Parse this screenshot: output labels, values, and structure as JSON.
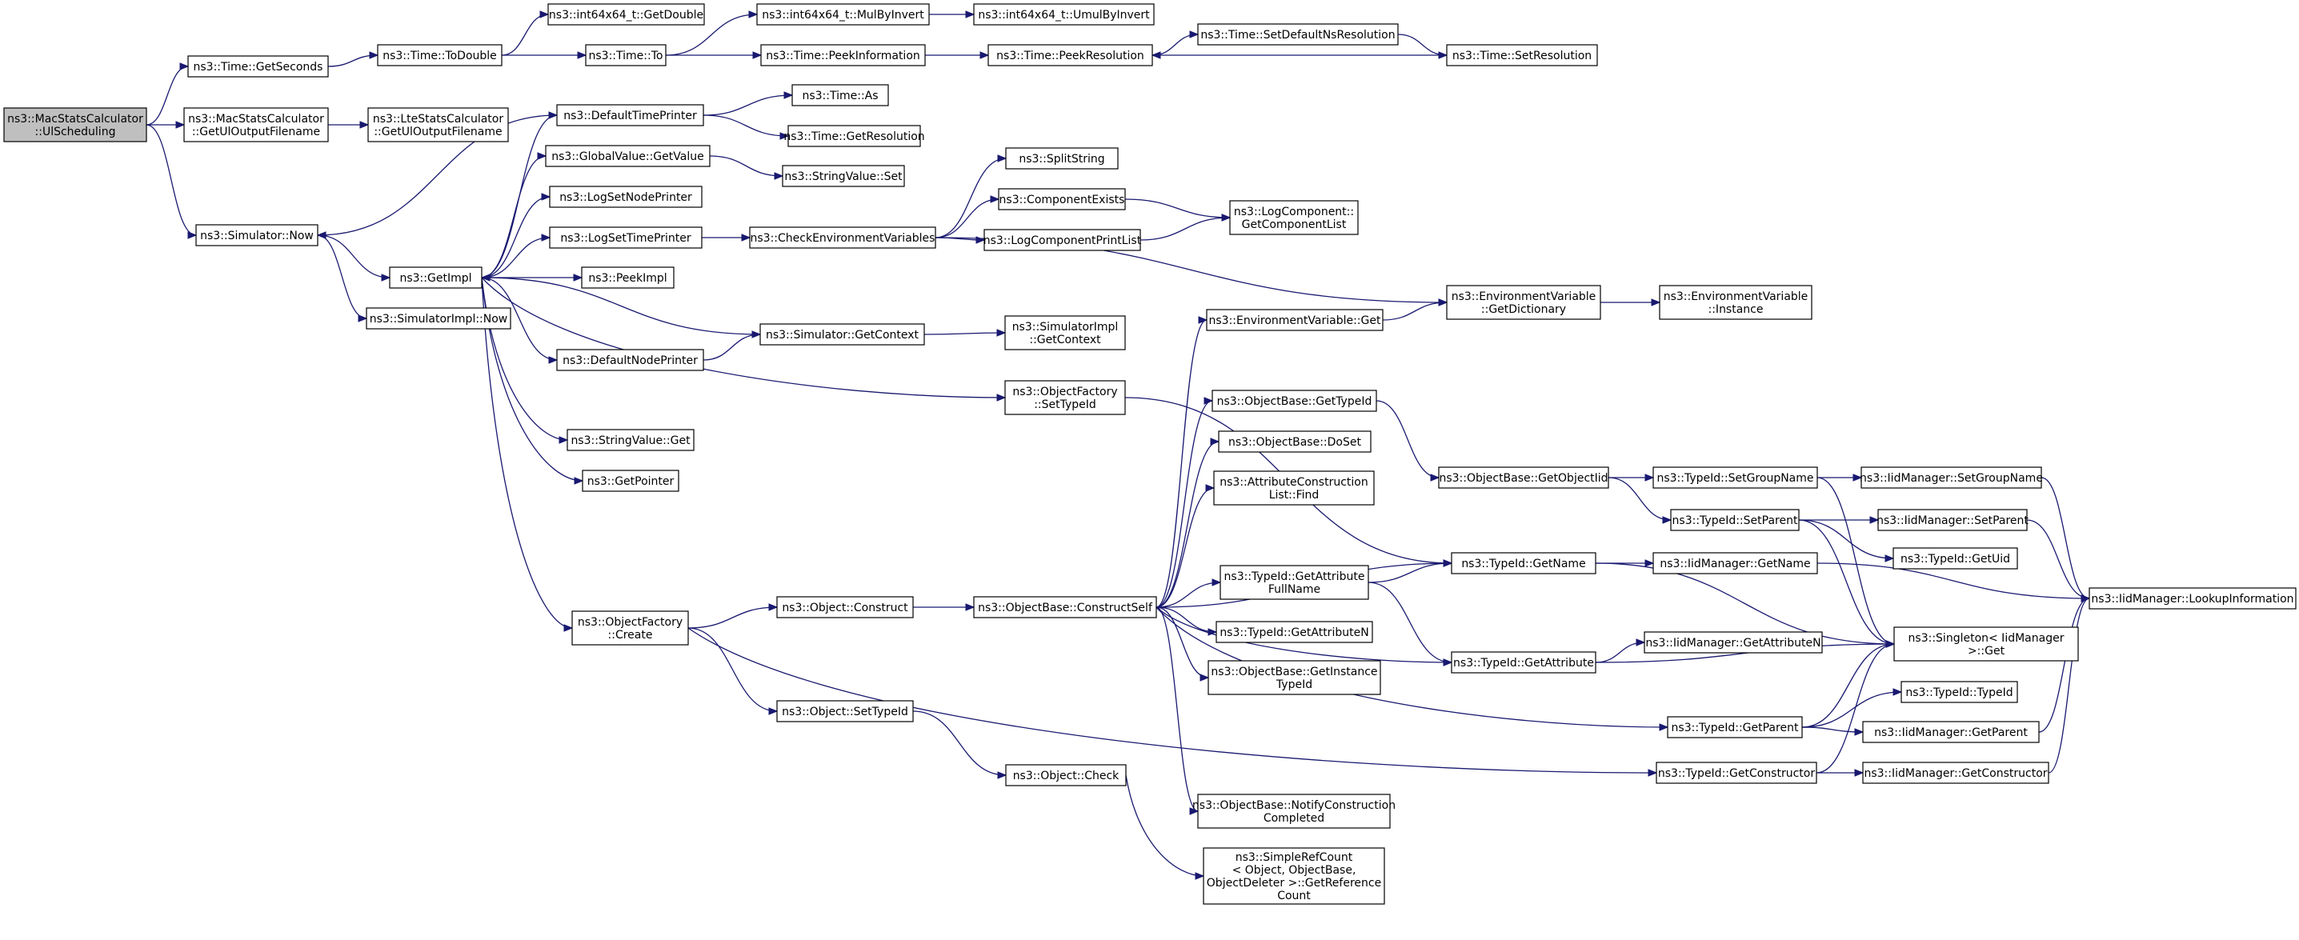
{
  "nodes": [
    {
      "id": "n0",
      "name": "node-macstats-ulscheduling",
      "lines": [
        "ns3::MacStatsCalculator",
        "::UlScheduling"
      ],
      "root": true
    },
    {
      "id": "n1",
      "name": "node-time-getseconds",
      "lines": [
        "ns3::Time::GetSeconds"
      ]
    },
    {
      "id": "n2",
      "name": "node-macstats-getuloutputfilename",
      "lines": [
        "ns3::MacStatsCalculator",
        "::GetUlOutputFilename"
      ]
    },
    {
      "id": "n3",
      "name": "node-simulator-now",
      "lines": [
        "ns3::Simulator::Now"
      ]
    },
    {
      "id": "n4",
      "name": "node-time-todouble",
      "lines": [
        "ns3::Time::ToDouble"
      ]
    },
    {
      "id": "n5",
      "name": "node-ltestats-getuloutputfilename",
      "lines": [
        "ns3::LteStatsCalculator",
        "::GetUlOutputFilename"
      ]
    },
    {
      "id": "n6",
      "name": "node-getimpl",
      "lines": [
        "ns3::GetImpl"
      ]
    },
    {
      "id": "n7",
      "name": "node-simulatorimpl-now",
      "lines": [
        "ns3::SimulatorImpl::Now"
      ]
    },
    {
      "id": "n8",
      "name": "node-int64x64-getdouble",
      "lines": [
        "ns3::int64x64_t::GetDouble"
      ]
    },
    {
      "id": "n9",
      "name": "node-time-to",
      "lines": [
        "ns3::Time::To"
      ]
    },
    {
      "id": "n10",
      "name": "node-defaulttimeprinter",
      "lines": [
        "ns3::DefaultTimePrinter"
      ]
    },
    {
      "id": "n11",
      "name": "node-globalvalue-getvalue",
      "lines": [
        "ns3::GlobalValue::GetValue"
      ]
    },
    {
      "id": "n12",
      "name": "node-logsetnodeprinter",
      "lines": [
        "ns3::LogSetNodePrinter"
      ]
    },
    {
      "id": "n13",
      "name": "node-logsettimeprinter",
      "lines": [
        "ns3::LogSetTimePrinter"
      ]
    },
    {
      "id": "n14",
      "name": "node-peekimpl",
      "lines": [
        "ns3::PeekImpl"
      ]
    },
    {
      "id": "n15",
      "name": "node-defaultnodeprinter",
      "lines": [
        "ns3::DefaultNodePrinter"
      ]
    },
    {
      "id": "n16",
      "name": "node-stringvalue-get",
      "lines": [
        "ns3::StringValue::Get"
      ]
    },
    {
      "id": "n17",
      "name": "node-getpointer",
      "lines": [
        "ns3::GetPointer"
      ]
    },
    {
      "id": "n18",
      "name": "node-objectfactory-create",
      "lines": [
        "ns3::ObjectFactory",
        "::Create"
      ]
    },
    {
      "id": "n19",
      "name": "node-int64x64-mulbyinvert",
      "lines": [
        "ns3::int64x64_t::MulByInvert"
      ]
    },
    {
      "id": "n20",
      "name": "node-time-peekinformation",
      "lines": [
        "ns3::Time::PeekInformation"
      ]
    },
    {
      "id": "n21",
      "name": "node-time-as",
      "lines": [
        "ns3::Time::As"
      ]
    },
    {
      "id": "n22",
      "name": "node-time-getresolution",
      "lines": [
        "ns3::Time::GetResolution"
      ]
    },
    {
      "id": "n23",
      "name": "node-stringvalue-set",
      "lines": [
        "ns3::StringValue::Set"
      ]
    },
    {
      "id": "n24",
      "name": "node-checkenvironmentvariables",
      "lines": [
        "ns3::CheckEnvironmentVariables"
      ]
    },
    {
      "id": "n25",
      "name": "node-simulator-getcontext",
      "lines": [
        "ns3::Simulator::GetContext"
      ]
    },
    {
      "id": "n26",
      "name": "node-objectfactory-settypeid",
      "lines": [
        "ns3::ObjectFactory",
        "::SetTypeId"
      ]
    },
    {
      "id": "n27",
      "name": "node-object-construct",
      "lines": [
        "ns3::Object::Construct"
      ]
    },
    {
      "id": "n28",
      "name": "node-object-settypeid",
      "lines": [
        "ns3::Object::SetTypeId"
      ]
    },
    {
      "id": "n29",
      "name": "node-int64x64-umulbyinvert",
      "lines": [
        "ns3::int64x64_t::UmulByInvert"
      ]
    },
    {
      "id": "n30",
      "name": "node-time-peekresolution",
      "lines": [
        "ns3::Time::PeekResolution"
      ]
    },
    {
      "id": "n31",
      "name": "node-splitstring",
      "lines": [
        "ns3::SplitString"
      ]
    },
    {
      "id": "n32",
      "name": "node-componentexists",
      "lines": [
        "ns3::ComponentExists"
      ]
    },
    {
      "id": "n33",
      "name": "node-logcomponentprintlist",
      "lines": [
        "ns3::LogComponentPrintList"
      ]
    },
    {
      "id": "n34",
      "name": "node-simulatorimpl-getcontext",
      "lines": [
        "ns3::SimulatorImpl",
        "::GetContext"
      ]
    },
    {
      "id": "n35",
      "name": "node-objectbase-constructself",
      "lines": [
        "ns3::ObjectBase::ConstructSelf"
      ]
    },
    {
      "id": "n36",
      "name": "node-object-check",
      "lines": [
        "ns3::Object::Check"
      ]
    },
    {
      "id": "n37",
      "name": "node-time-setdefaultnsresolution",
      "lines": [
        "ns3::Time::SetDefaultNsResolution"
      ]
    },
    {
      "id": "n38",
      "name": "node-environmentvariable-get",
      "lines": [
        "ns3::EnvironmentVariable::Get"
      ]
    },
    {
      "id": "n39",
      "name": "node-objectbase-gettypeid",
      "lines": [
        "ns3::ObjectBase::GetTypeId"
      ]
    },
    {
      "id": "n40",
      "name": "node-objectbase-doset",
      "lines": [
        "ns3::ObjectBase::DoSet"
      ]
    },
    {
      "id": "n41",
      "name": "node-attributeconstructionlist-find",
      "lines": [
        "ns3::AttributeConstruction",
        "List::Find"
      ]
    },
    {
      "id": "n42",
      "name": "node-typeid-getattributefullname",
      "lines": [
        "ns3::TypeId::GetAttribute",
        "FullName"
      ]
    },
    {
      "id": "n43",
      "name": "node-typeid-getattributen",
      "lines": [
        "ns3::TypeId::GetAttributeN"
      ]
    },
    {
      "id": "n44",
      "name": "node-objectbase-getinstancetypeid",
      "lines": [
        "ns3::ObjectBase::GetInstance",
        "TypeId"
      ]
    },
    {
      "id": "n45",
      "name": "node-objectbase-notifyconstructioncompleted",
      "lines": [
        "ns3::ObjectBase::NotifyConstruction",
        "Completed"
      ]
    },
    {
      "id": "n46",
      "name": "node-simplerefcount-getreferencecount",
      "lines": [
        "ns3::SimpleRefCount",
        "< Object, ObjectBase,",
        "ObjectDeleter >::GetReference",
        "Count"
      ]
    },
    {
      "id": "n47",
      "name": "node-logcomponent-getcomponentlist",
      "lines": [
        "ns3::LogComponent::",
        "GetComponentList"
      ]
    },
    {
      "id": "n48",
      "name": "node-time-setresolution",
      "lines": [
        "ns3::Time::SetResolution"
      ]
    },
    {
      "id": "n49",
      "name": "node-environmentvariable-getdictionary",
      "lines": [
        "ns3::EnvironmentVariable",
        "::GetDictionary"
      ]
    },
    {
      "id": "n50",
      "name": "node-objectbase-getobjectiid",
      "lines": [
        "ns3::ObjectBase::GetObjectIid"
      ]
    },
    {
      "id": "n51",
      "name": "node-typeid-getname",
      "lines": [
        "ns3::TypeId::GetName"
      ]
    },
    {
      "id": "n52",
      "name": "node-typeid-getattribute",
      "lines": [
        "ns3::TypeId::GetAttribute"
      ]
    },
    {
      "id": "n53",
      "name": "node-typeid-getparent",
      "lines": [
        "ns3::TypeId::GetParent"
      ]
    },
    {
      "id": "n54",
      "name": "node-typeid-getconstructor",
      "lines": [
        "ns3::TypeId::GetConstructor"
      ]
    },
    {
      "id": "n55",
      "name": "node-environmentvariable-instance",
      "lines": [
        "ns3::EnvironmentVariable",
        "::Instance"
      ]
    },
    {
      "id": "n56",
      "name": "node-typeid-setgroupname",
      "lines": [
        "ns3::TypeId::SetGroupName"
      ]
    },
    {
      "id": "n57",
      "name": "node-typeid-setparent",
      "lines": [
        "ns3::TypeId::SetParent"
      ]
    },
    {
      "id": "n58",
      "name": "node-iidmanager-getname",
      "lines": [
        "ns3::IidManager::GetName"
      ]
    },
    {
      "id": "n59",
      "name": "node-iidmanager-getattributen",
      "lines": [
        "ns3::IidManager::GetAttributeN"
      ]
    },
    {
      "id": "n60",
      "name": "node-singleton-iidmanager-get",
      "lines": [
        "ns3::Singleton< IidManager",
        ">::Get"
      ]
    },
    {
      "id": "n61",
      "name": "node-typeid-typeid",
      "lines": [
        "ns3::TypeId::TypeId"
      ]
    },
    {
      "id": "n62",
      "name": "node-iidmanager-getparent",
      "lines": [
        "ns3::IidManager::GetParent"
      ]
    },
    {
      "id": "n63",
      "name": "node-iidmanager-getconstructor",
      "lines": [
        "ns3::IidManager::GetConstructor"
      ]
    },
    {
      "id": "n64",
      "name": "node-iidmanager-setgroupname",
      "lines": [
        "ns3::IidManager::SetGroupName"
      ]
    },
    {
      "id": "n65",
      "name": "node-iidmanager-setparent",
      "lines": [
        "ns3::IidManager::SetParent"
      ]
    },
    {
      "id": "n66",
      "name": "node-typeid-getuid",
      "lines": [
        "ns3::TypeId::GetUid"
      ]
    },
    {
      "id": "n67",
      "name": "node-iidmanager-lookupinformation",
      "lines": [
        "ns3::IidManager::LookupInformation"
      ]
    }
  ],
  "edges": [
    [
      "n0",
      "n1"
    ],
    [
      "n0",
      "n2"
    ],
    [
      "n0",
      "n3"
    ],
    [
      "n1",
      "n4"
    ],
    [
      "n4",
      "n8"
    ],
    [
      "n4",
      "n9"
    ],
    [
      "n9",
      "n19"
    ],
    [
      "n19",
      "n29"
    ],
    [
      "n9",
      "n20"
    ],
    [
      "n20",
      "n30"
    ],
    [
      "n30",
      "n37"
    ],
    [
      "n37",
      "n48"
    ],
    [
      "n48",
      "n30"
    ],
    [
      "n2",
      "n5"
    ],
    [
      "n3",
      "n6"
    ],
    [
      "n3",
      "n7"
    ],
    [
      "n6",
      "n10"
    ],
    [
      "n6",
      "n11"
    ],
    [
      "n6",
      "n12"
    ],
    [
      "n6",
      "n13"
    ],
    [
      "n6",
      "n14"
    ],
    [
      "n6",
      "n15"
    ],
    [
      "n6",
      "n16"
    ],
    [
      "n6",
      "n17"
    ],
    [
      "n6",
      "n18"
    ],
    [
      "n6",
      "n26"
    ],
    [
      "n10",
      "n3"
    ],
    [
      "n10",
      "n21"
    ],
    [
      "n10",
      "n22"
    ],
    [
      "n11",
      "n23"
    ],
    [
      "n13",
      "n24"
    ],
    [
      "n24",
      "n31"
    ],
    [
      "n24",
      "n32"
    ],
    [
      "n24",
      "n33"
    ],
    [
      "n24",
      "n49"
    ],
    [
      "n32",
      "n47"
    ],
    [
      "n33",
      "n47"
    ],
    [
      "n49",
      "n55"
    ],
    [
      "n15",
      "n25"
    ],
    [
      "n25",
      "n6"
    ],
    [
      "n25",
      "n34"
    ],
    [
      "n26",
      "n51"
    ],
    [
      "n18",
      "n27"
    ],
    [
      "n18",
      "n28"
    ],
    [
      "n18",
      "n54"
    ],
    [
      "n27",
      "n35"
    ],
    [
      "n28",
      "n36"
    ],
    [
      "n36",
      "n46"
    ],
    [
      "n35",
      "n38"
    ],
    [
      "n35",
      "n39"
    ],
    [
      "n35",
      "n40"
    ],
    [
      "n35",
      "n41"
    ],
    [
      "n35",
      "n42"
    ],
    [
      "n35",
      "n43"
    ],
    [
      "n35",
      "n44"
    ],
    [
      "n35",
      "n45"
    ],
    [
      "n35",
      "n51"
    ],
    [
      "n35",
      "n52"
    ],
    [
      "n35",
      "n53"
    ],
    [
      "n38",
      "n49"
    ],
    [
      "n39",
      "n50"
    ],
    [
      "n50",
      "n56"
    ],
    [
      "n50",
      "n57"
    ],
    [
      "n42",
      "n51"
    ],
    [
      "n42",
      "n52"
    ],
    [
      "n51",
      "n58"
    ],
    [
      "n51",
      "n60"
    ],
    [
      "n52",
      "n59"
    ],
    [
      "n52",
      "n60"
    ],
    [
      "n53",
      "n60"
    ],
    [
      "n53",
      "n61"
    ],
    [
      "n53",
      "n62"
    ],
    [
      "n54",
      "n60"
    ],
    [
      "n54",
      "n63"
    ],
    [
      "n56",
      "n64"
    ],
    [
      "n56",
      "n60"
    ],
    [
      "n57",
      "n65"
    ],
    [
      "n57",
      "n66"
    ],
    [
      "n57",
      "n60"
    ],
    [
      "n58",
      "n67"
    ],
    [
      "n64",
      "n67"
    ],
    [
      "n65",
      "n67"
    ],
    [
      "n62",
      "n67"
    ],
    [
      "n63",
      "n67"
    ]
  ]
}
